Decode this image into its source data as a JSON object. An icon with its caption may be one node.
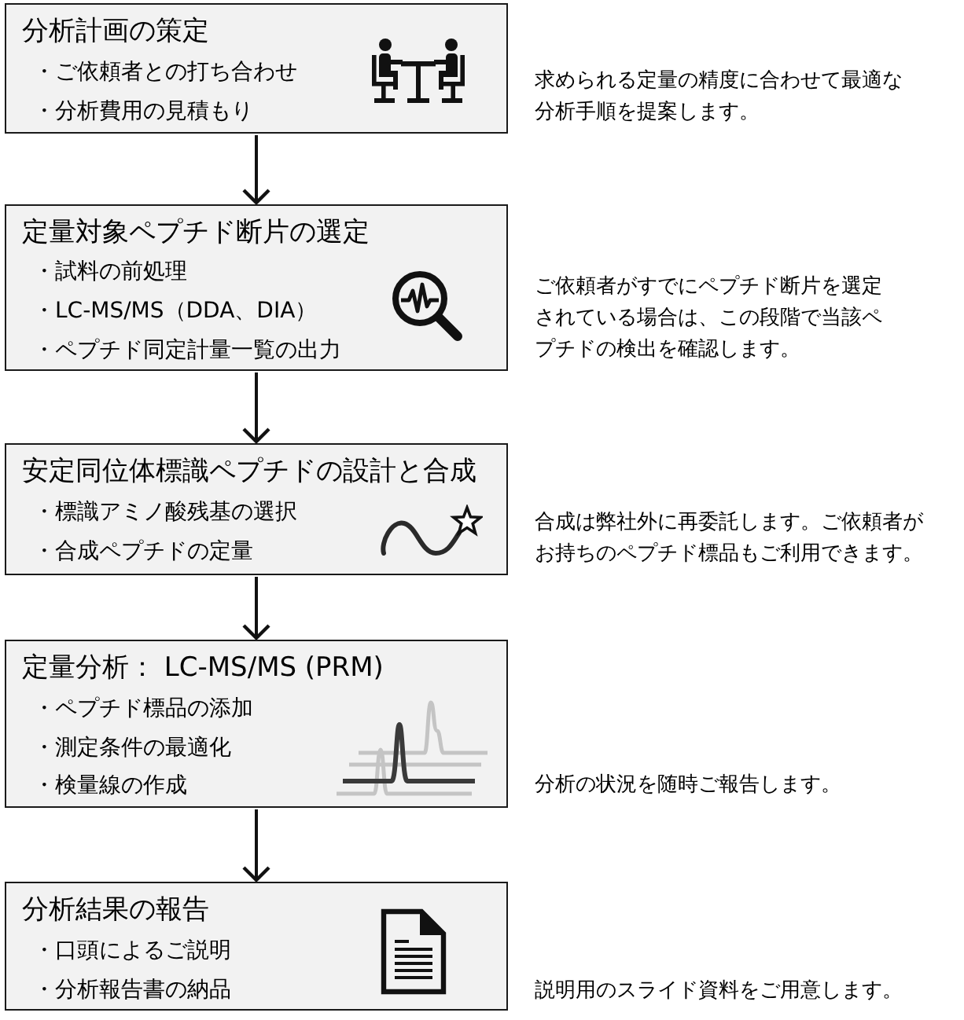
{
  "diagram": {
    "nodes": [
      {
        "text": [
          "分析計画の策定",
          "・ご依頼者との打ち合わせ",
          "・分析費用の見積もり"
        ],
        "beside": [
          "求められる定量の精度に合わせて最適な分析手順を提案します。"
        ]
      },
      {
        "text": [
          "定量対象ペプチド断片の選定",
          "・試料の前処理",
          "・LC-MS/MS（DDA、DIA）",
          "・ペプチド同定計量一覧の出力"
        ],
        "beside": [
          "ご依頼者がすでにペプチド断片を選定されている場合は、この段階で当該ペプチドの検出を確認します。"
        ]
      },
      {
        "text": [
          "安定同位体標識ペプチドの設計と合成",
          "・標識アミノ酸残基の選択",
          "・合成ペプチドの定量"
        ],
        "beside": [
          "合成は弊社外に再委託します。ご依頼者がお持ちのペプチド標品もご利用できます。"
        ]
      },
      {
        "text": [
          "定量分析： LC-MS/MS (PRM)",
          "・ペプチド標品の添加",
          "・測定条件の最適化",
          "・検量線の作成"
        ],
        "beside": [
          "分析の状況を随時ご報告します。"
        ]
      },
      {
        "text": [
          "分析結果の報告",
          "・口頭によるご説明",
          "・分析報告書の納品"
        ],
        "beside": [
          "説明用のスライド資料をご用意します。"
        ]
      }
    ],
    "edges": [
      {
        "from": 0,
        "to": 1,
        "arrow": "to"
      },
      {
        "from": 1,
        "to": 2,
        "arrow": "to"
      },
      {
        "from": 2,
        "to": 3,
        "arrow": "to"
      },
      {
        "from": 3,
        "to": 4,
        "arrow": "to"
      }
    ]
  }
}
